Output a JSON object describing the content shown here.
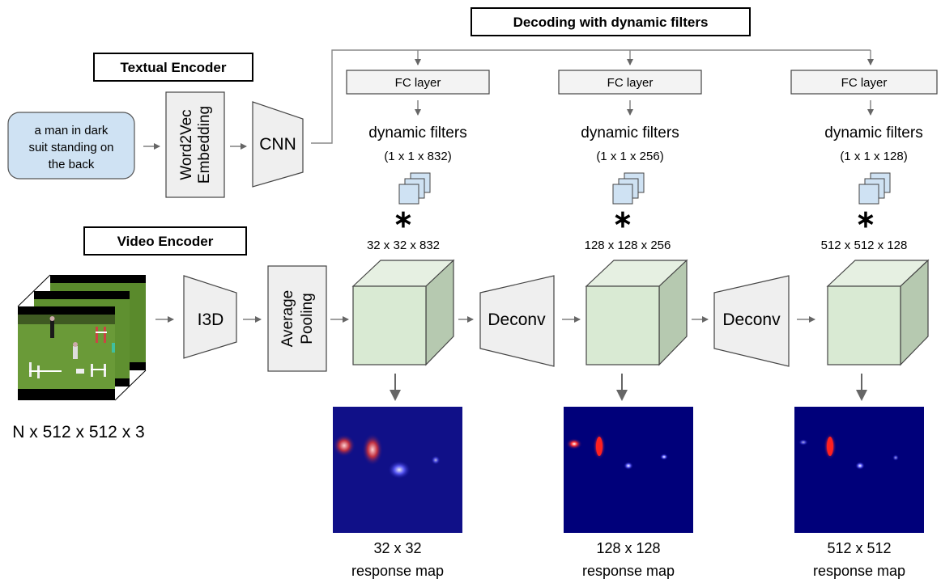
{
  "labels": {
    "decoding_title": "Decoding with dynamic filters",
    "textual_encoder": "Textual Encoder",
    "video_encoder": "Video Encoder",
    "query_lines": [
      "a man in dark",
      "suit standing on",
      "the back"
    ],
    "word2vec_lines": [
      "Word2Vec",
      "Embedding"
    ],
    "cnn": "CNN",
    "i3d": "I3D",
    "avgpool_lines": [
      "Average",
      "Pooling"
    ],
    "deconv": "Deconv",
    "video_size": "N x 512 x 512 x 3",
    "conv_op": "∗"
  },
  "stages": [
    {
      "fc": "FC layer",
      "dyn": "dynamic filters",
      "filter": "(1 x 1 x 832)",
      "feature": "32 x 32 x 832",
      "map_size": "32 x 32",
      "map_label": "response map"
    },
    {
      "fc": "FC layer",
      "dyn": "dynamic filters",
      "filter": "(1 x 1 x 256)",
      "feature": "128 x 128 x 256",
      "map_size": "128 x 128",
      "map_label": "response map"
    },
    {
      "fc": "FC layer",
      "dyn": "dynamic filters",
      "filter": "(1 x 1 x 128)",
      "feature": "512 x 512 x 128",
      "map_size": "512 x 512",
      "map_label": "response map"
    }
  ],
  "colors": {
    "query_fill": "#cfe2f3",
    "filter_fill": "#cfe2f3",
    "module_fill": "#efefef",
    "cube_front": "#d9ead3",
    "cube_top": "#e6f0e2",
    "cube_side": "#b6c9b0",
    "map_bg": "#00007a",
    "frame_green": "#5a8a2c"
  }
}
